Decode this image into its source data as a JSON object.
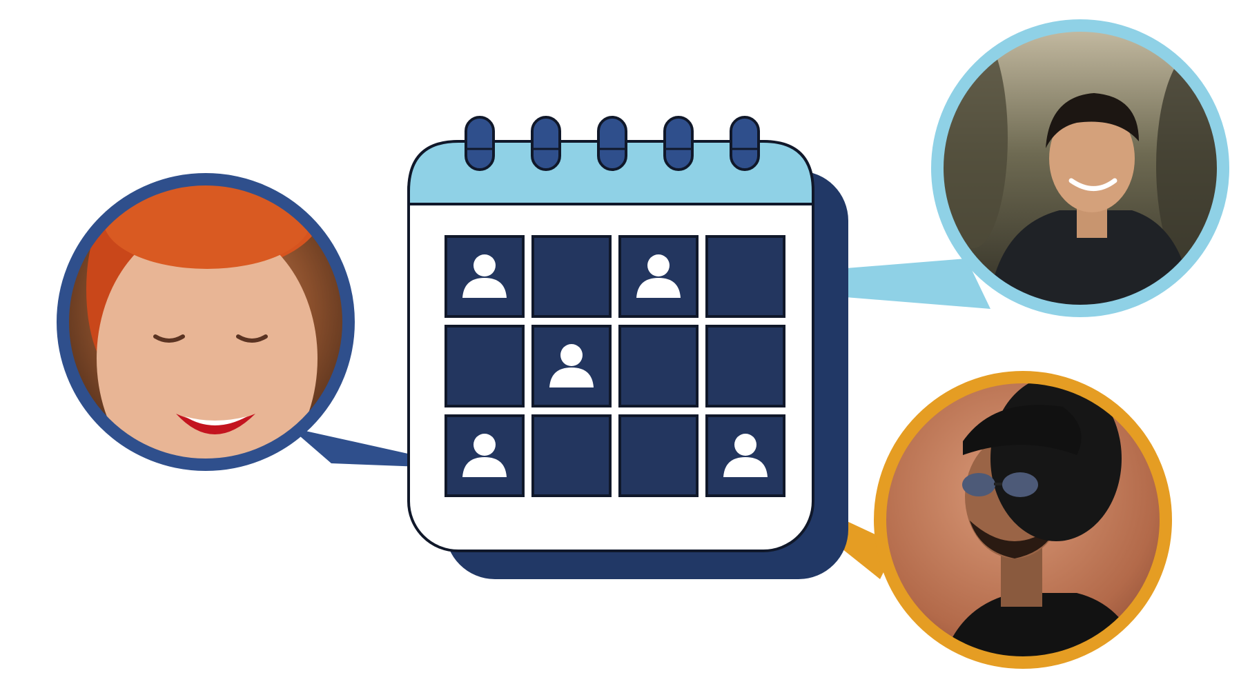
{
  "colors": {
    "background": "#ffffff",
    "navy": "#213866",
    "cell_navy": "#23365f",
    "royal_blue": "#2f4f8c",
    "light_blue": "#8fd1e6",
    "orange": "#e59d23",
    "outline": "#10182a",
    "white": "#ffffff"
  },
  "calendar": {
    "rings": 5,
    "rows": 3,
    "cols": 4,
    "person_cells": [
      {
        "row": 0,
        "col": 0
      },
      {
        "row": 0,
        "col": 2
      },
      {
        "row": 1,
        "col": 1
      },
      {
        "row": 2,
        "col": 0
      },
      {
        "row": 2,
        "col": 3
      }
    ]
  },
  "avatars": [
    {
      "name": "avatar-woman-redhead",
      "ring_color": "royal_blue",
      "tone": "warm-brown"
    },
    {
      "name": "avatar-man-jacket",
      "ring_color": "light_blue",
      "tone": "forest-grey"
    },
    {
      "name": "avatar-man-hat",
      "ring_color": "orange",
      "tone": "terracotta"
    }
  ]
}
